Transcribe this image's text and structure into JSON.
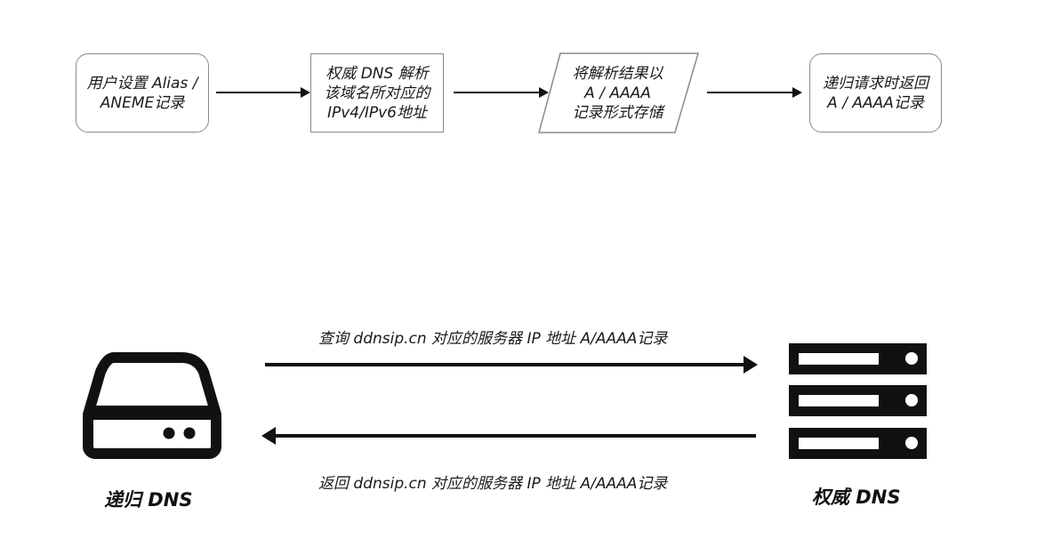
{
  "flow": {
    "steps": [
      {
        "id": "step1",
        "shape": "rounded",
        "lines": [
          "用户设置 Alias /",
          "ANEME记录"
        ]
      },
      {
        "id": "step2",
        "shape": "rect",
        "lines": [
          "权威 DNS 解析",
          "该域名所对应的",
          "IPv4/IPv6地址"
        ]
      },
      {
        "id": "step3",
        "shape": "parallelogram",
        "lines": [
          "将解析结果以",
          "A / AAAA",
          "记录形式存储"
        ]
      },
      {
        "id": "step4",
        "shape": "rounded",
        "lines": [
          "递归请求时返回",
          "A / AAAA记录"
        ]
      }
    ]
  },
  "interaction": {
    "request_label": "查询 ddnsip.cn 对应的服务器 IP 地址 A/AAAA记录",
    "response_label": "返回 ddnsip.cn 对应的服务器 IP 地址 A/AAAA记录",
    "left_actor": "递归 DNS",
    "right_actor": "权威 DNS"
  },
  "colors": {
    "stroke": "#8a8a8a",
    "ink": "#111111"
  },
  "icons": {
    "left": "hard-drive-icon",
    "right": "server-rack-icon"
  }
}
